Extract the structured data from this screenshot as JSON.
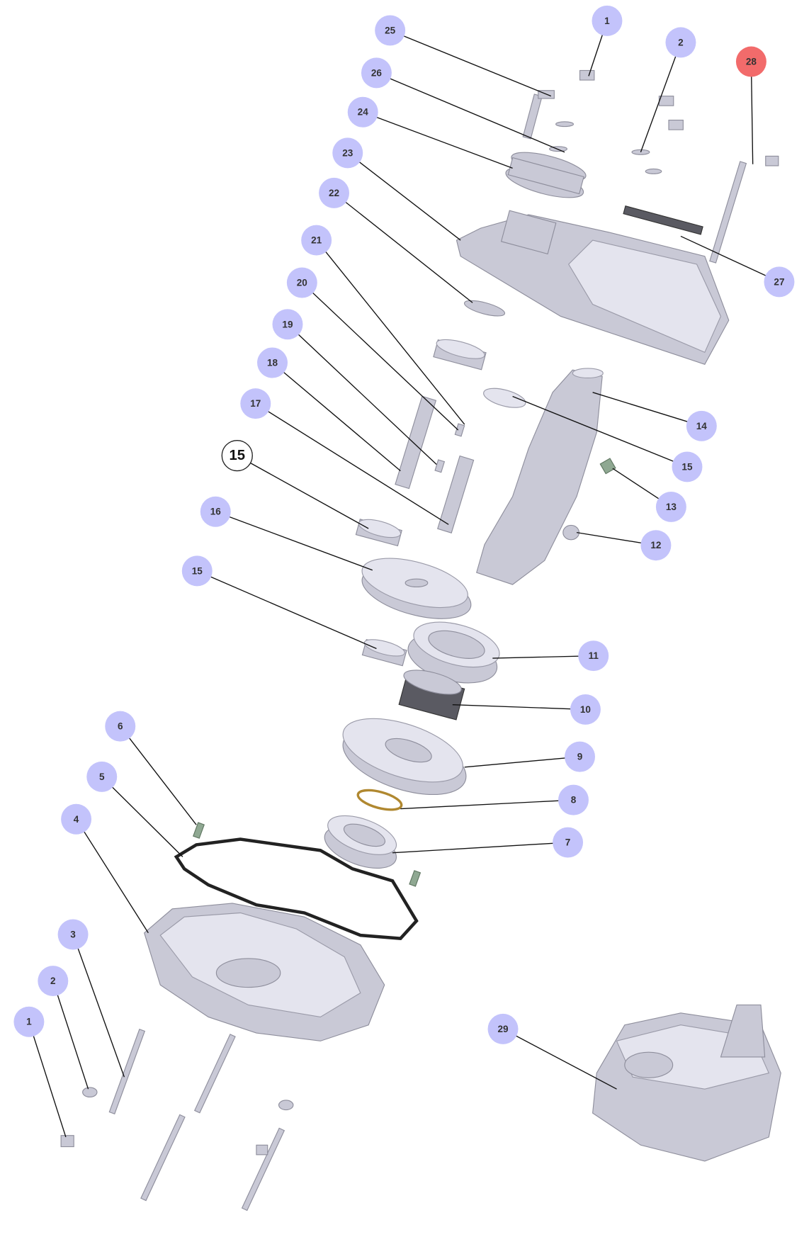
{
  "diagram": {
    "title": "Gearbox exploded view",
    "callouts": [
      {
        "label": "25",
        "style": "normal"
      },
      {
        "label": "1",
        "style": "normal"
      },
      {
        "label": "2",
        "style": "normal"
      },
      {
        "label": "28",
        "style": "highlight"
      },
      {
        "label": "26",
        "style": "normal"
      },
      {
        "label": "24",
        "style": "normal"
      },
      {
        "label": "23",
        "style": "normal"
      },
      {
        "label": "27",
        "style": "normal"
      },
      {
        "label": "22",
        "style": "normal"
      },
      {
        "label": "21",
        "style": "normal"
      },
      {
        "label": "20",
        "style": "normal"
      },
      {
        "label": "19",
        "style": "normal"
      },
      {
        "label": "18",
        "style": "normal"
      },
      {
        "label": "17",
        "style": "normal"
      },
      {
        "label": "15",
        "style": "selected"
      },
      {
        "label": "16",
        "style": "normal"
      },
      {
        "label": "15",
        "style": "normal"
      },
      {
        "label": "14",
        "style": "normal"
      },
      {
        "label": "15",
        "style": "normal"
      },
      {
        "label": "13",
        "style": "normal"
      },
      {
        "label": "12",
        "style": "normal"
      },
      {
        "label": "11",
        "style": "normal"
      },
      {
        "label": "10",
        "style": "normal"
      },
      {
        "label": "9",
        "style": "normal"
      },
      {
        "label": "8",
        "style": "normal"
      },
      {
        "label": "7",
        "style": "normal"
      },
      {
        "label": "6",
        "style": "normal"
      },
      {
        "label": "5",
        "style": "normal"
      },
      {
        "label": "4",
        "style": "normal"
      },
      {
        "label": "3",
        "style": "normal"
      },
      {
        "label": "2",
        "style": "normal"
      },
      {
        "label": "1",
        "style": "normal"
      },
      {
        "label": "29",
        "style": "normal"
      }
    ],
    "colors": {
      "callout": "#c3c3fb",
      "highlight": "#f26b6b",
      "selected": "#ffffff"
    }
  }
}
